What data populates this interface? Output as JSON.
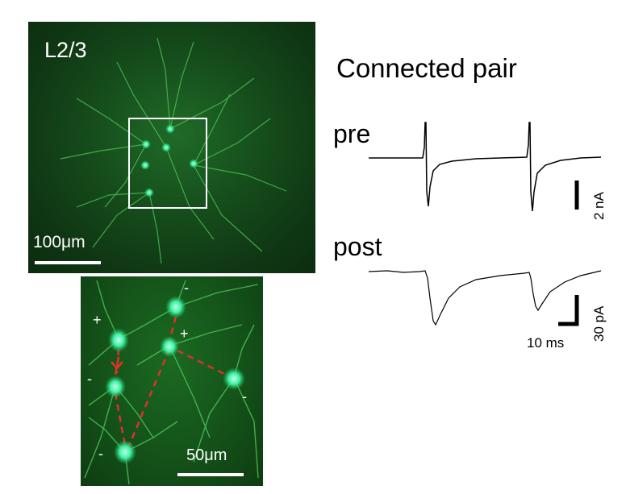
{
  "top_image": {
    "region_label": "L2/3",
    "scalebar_label": "100μm"
  },
  "bottom_image": {
    "scalebar_label": "50μm",
    "signs": [
      "-",
      "+",
      "+",
      "-",
      "-",
      "-"
    ]
  },
  "recording": {
    "title": "Connected pair",
    "pre_label": "pre",
    "post_label": "post",
    "pre_scale_label": "2 nA",
    "post_scale_label": "30 pA",
    "time_scale_label": "10 ms"
  },
  "colors": {
    "neuron": "#3df0a8",
    "connection": "#e0302a",
    "background_green": "#164d1c"
  }
}
